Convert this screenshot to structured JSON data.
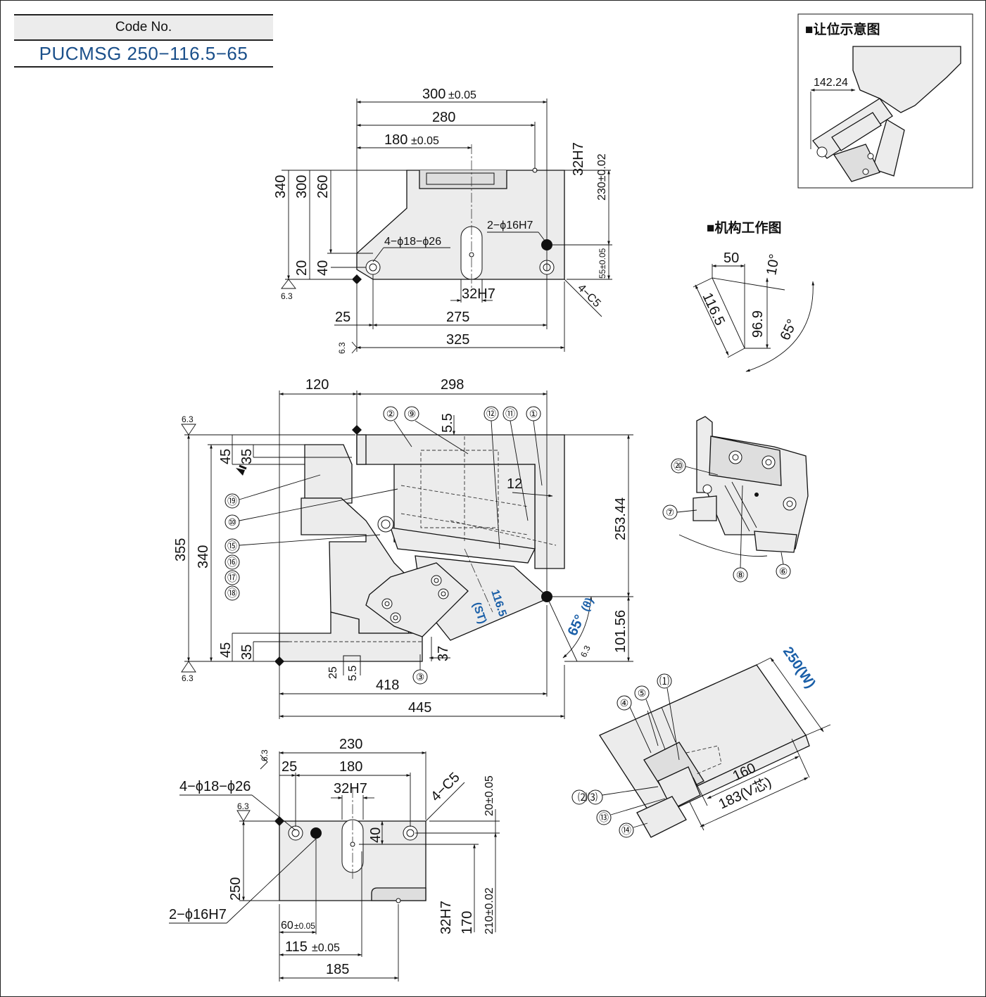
{
  "code_box": {
    "header": "Code No.",
    "value": "PUCMSG 250−116.5−65"
  },
  "top_view": {
    "dims": {
      "w300": "300",
      "w300_tol": "±0.05",
      "w280": "280",
      "w180": "180",
      "w180_tol": "±0.05",
      "h340": "340",
      "h300": "300",
      "h260": "260",
      "h20": "20",
      "h40": "40",
      "h230": "230±0.02",
      "h55": "55±0.05",
      "slot_32h7_right": "32H7",
      "slot_32h7_bottom": "32H7",
      "holes_4": "4−ϕ18−ϕ26",
      "holes_2": "2−ϕ16H7",
      "w25": "25",
      "w275": "275",
      "w325": "325",
      "chamfer": "4−C5",
      "roughness": "6.3"
    }
  },
  "legend_box": {
    "title": "■让位示意图",
    "dim": "142.24"
  },
  "mechanism": {
    "title": "■机构工作图",
    "d50": "50",
    "d10": "10°",
    "d116": "116.5",
    "d96": "96.9",
    "d65": "65°"
  },
  "front_view": {
    "dims": {
      "w120": "120",
      "w298": "298",
      "d5_5_top": "5.5",
      "h45_top": "45",
      "h35_top": "35",
      "h355": "355",
      "h340": "340",
      "h45_bot": "45",
      "h35_bot": "35",
      "h253": "253.44",
      "h101": "101.56",
      "d12": "12",
      "d37": "37",
      "d25": "25",
      "d5_5_bot": "5.5",
      "w418": "418",
      "w445": "445",
      "stroke_val": "116.5",
      "stroke_lbl": "(ST)",
      "angle": "65°",
      "theta": "(θ)",
      "roughness": "6.3"
    },
    "callouts": [
      "①",
      "②",
      "③",
      "⑨",
      "⑪",
      "⑫",
      "⑲",
      "⑩",
      "⑮",
      "⑯",
      "⑰",
      "⑱"
    ]
  },
  "detail_view": {
    "callouts": [
      "⑳",
      "⑦",
      "⑧",
      "⑥"
    ]
  },
  "side_view": {
    "width_lbl": "250(W)",
    "d160": "160",
    "d183": "183(V芯)",
    "callouts": [
      "④",
      "⑤",
      "⑴",
      "⑵⑶",
      "⑬",
      "⑭"
    ]
  },
  "bottom_view": {
    "dims": {
      "w230": "230",
      "w25": "25",
      "w180": "180",
      "slot": "32H7",
      "holes_4": "4−ϕ18−ϕ26",
      "chamfer": "4−C5",
      "h20": "20±0.05",
      "h40": "40",
      "h250": "250",
      "holes_2": "2−ϕ16H7",
      "w60": "60",
      "w60_tol": "±0.05",
      "w115": "115",
      "w115_tol": "±0.05",
      "w185": "185",
      "slot_v": "32H7",
      "h170": "170",
      "h210": "210±0.02",
      "roughness": "6.3"
    }
  }
}
